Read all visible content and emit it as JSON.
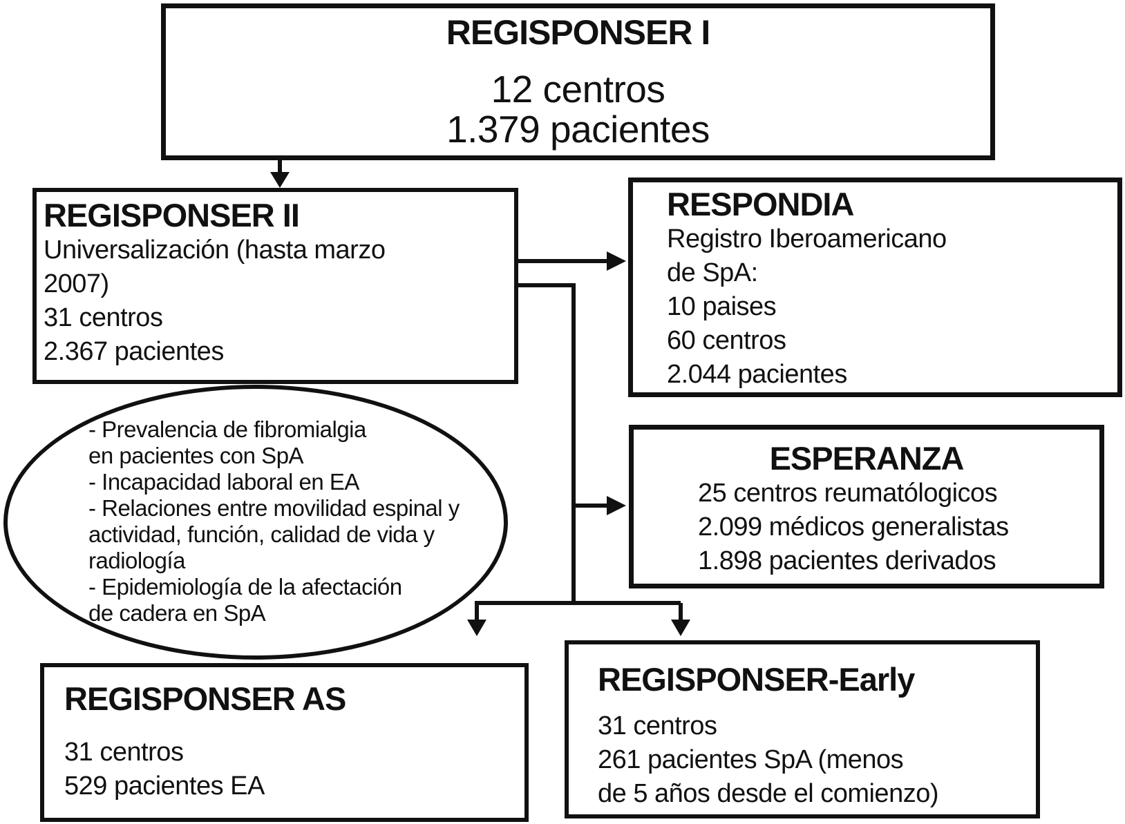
{
  "colors": {
    "ink": "#111111",
    "background": "#ffffff"
  },
  "boxes": {
    "r1": {
      "title": "REGISPONSER I",
      "lines": [
        "12 centros",
        "1.379 pacientes"
      ]
    },
    "r2": {
      "title": "REGISPONSER II",
      "lines": [
        "Universalización (hasta marzo",
        "2007)",
        "31 centros",
        "2.367 pacientes"
      ]
    },
    "respondia": {
      "title": "RESPONDIA",
      "lines": [
        "Registro Iberoamericano",
        "de SpA:",
        "10 paises",
        "60 centros",
        "2.044 pacientes"
      ]
    },
    "esperanza": {
      "title": "ESPERANZA",
      "lines": [
        "25 centros reumatólogicos",
        "2.099 médicos generalistas",
        "1.898 pacientes derivados"
      ]
    },
    "as": {
      "title": "REGISPONSER AS",
      "lines": [
        "31 centros",
        "529 pacientes EA"
      ]
    },
    "early": {
      "title": "REGISPONSER-Early",
      "lines": [
        "31 centros",
        "261 pacientes SpA (menos",
        "de 5 años desde el comienzo)"
      ]
    }
  },
  "ellipse": {
    "lines": [
      "- Prevalencia de fibromialgia",
      "en pacientes con SpA",
      "- Incapacidad laboral en EA",
      "- Relaciones entre movilidad espinal y",
      "actividad, función, calidad de vida y",
      "radiología",
      "- Epidemiología de la afectación",
      "de cadera en SpA"
    ]
  }
}
